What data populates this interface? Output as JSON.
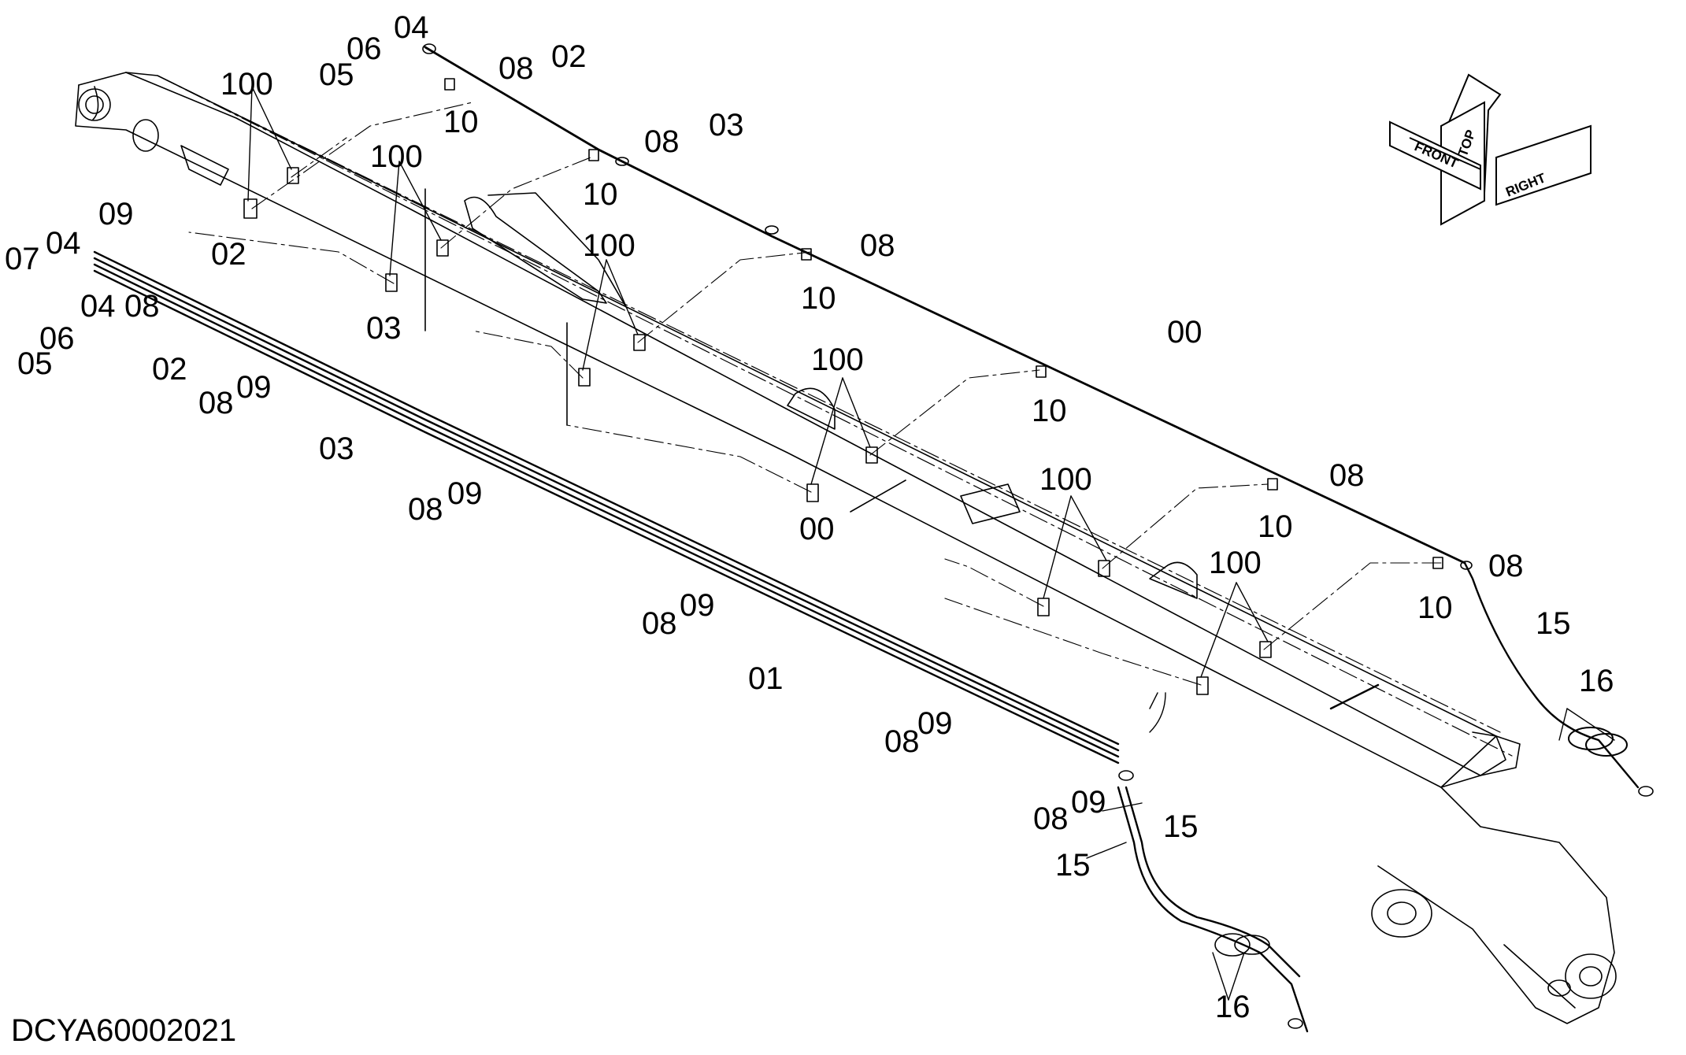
{
  "drawing": {
    "code": "DCYA60002021",
    "orientation": {
      "front": "FRONT",
      "top": "TOP",
      "right": "RIGHT"
    }
  },
  "labels": {
    "p00": "00",
    "p01": "01",
    "p02": "02",
    "p03": "03",
    "p04": "04",
    "p05": "05",
    "p06": "06",
    "p07": "07",
    "p08": "08",
    "p09": "09",
    "p10": "10",
    "p15": "15",
    "p16": "16",
    "p100": "100"
  },
  "legend_items": [
    "00",
    "01",
    "02",
    "03",
    "04",
    "05",
    "06",
    "07",
    "08",
    "09",
    "10",
    "15",
    "16",
    "100"
  ]
}
